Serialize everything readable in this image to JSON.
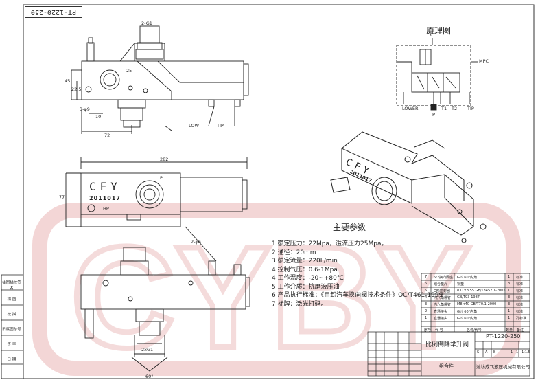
{
  "drawing_number_stamp": "PT-1220-250",
  "watermark_text": "CYBY",
  "schematic": {
    "title": "原理图",
    "labels": {
      "c": "C",
      "mpc": "MPC",
      "lower": "LOWER",
      "p": "P",
      "t1": "T1",
      "t2": "T2",
      "tip": "TIP"
    }
  },
  "top_view": {
    "port_label": "2-G1",
    "dims": {
      "d45": "45",
      "d22_5": "22.5",
      "d25": "25",
      "holes": "3-φ9",
      "d10": "10",
      "d72": "72"
    },
    "ports": {
      "low": "LOW",
      "tip": "TIP"
    }
  },
  "front_view": {
    "length": "282",
    "height": "77",
    "brand": "CFY",
    "serial": "2011017",
    "port_p": "P",
    "port_hp": "HP"
  },
  "bottom_view": {
    "ports_label": "2-φ6",
    "thread_label": "2xG1",
    "angle": "60°"
  },
  "iso_view": {
    "brand": "CFY",
    "serial": "2011017"
  },
  "params": {
    "title": "主要参数",
    "items": [
      "1 额定压力：22Mpa，溢流压力25Mpa。",
      "2 通径：20mm",
      "3 额定流量：220L/min",
      "4 控制气压：0.6-1Mpa",
      "4 工作温度：-20~+80℃",
      "5 工作介质：抗磨液压油",
      "6 产品执行标准：《自卸汽车换向阀技术条件》QC/T461-1999",
      "7 标牌：激光打码。"
    ]
  },
  "left_column": [
    "描图描校签名",
    "描 图",
    "校 描",
    "旧底图总号",
    "签 字",
    "日 期"
  ],
  "title_block": {
    "part_name": "比例倒降举升阀",
    "drawing_no": "PT-1220-250",
    "assembly": "组合件",
    "company": "潍坊成飞液压机械有限公司",
    "scale_letters": [
      "S",
      "A",
      "B"
    ],
    "sheet": [
      "1",
      "1",
      "1:1.5"
    ],
    "bom_rows": [
      [
        "7",
        "5/2换向阀座",
        "G¼ 60°内角",
        "1",
        "标准"
      ],
      [
        "6",
        "组合垫片",
        "铜垫",
        "3",
        "标准"
      ],
      [
        "5",
        "O形密封圈",
        "φ31×3.55 GB/T3452.1-2005",
        "1",
        "标准"
      ],
      [
        "4",
        "内六角螺钉",
        "GB/T93-1987",
        "3",
        "标准"
      ],
      [
        "3",
        "内六角螺钉",
        "M8×40 GB/T70.1-2000",
        "3",
        "标准"
      ],
      [
        "2",
        "直通接头",
        "G¼ 60°内角",
        "1",
        "标准"
      ],
      [
        "1",
        "直通接头",
        "G¼ 60°内角",
        "1",
        "孔标准"
      ]
    ],
    "bom_header": [
      "序号",
      "代 号",
      "名称/代号",
      "数量",
      "备注"
    ]
  }
}
